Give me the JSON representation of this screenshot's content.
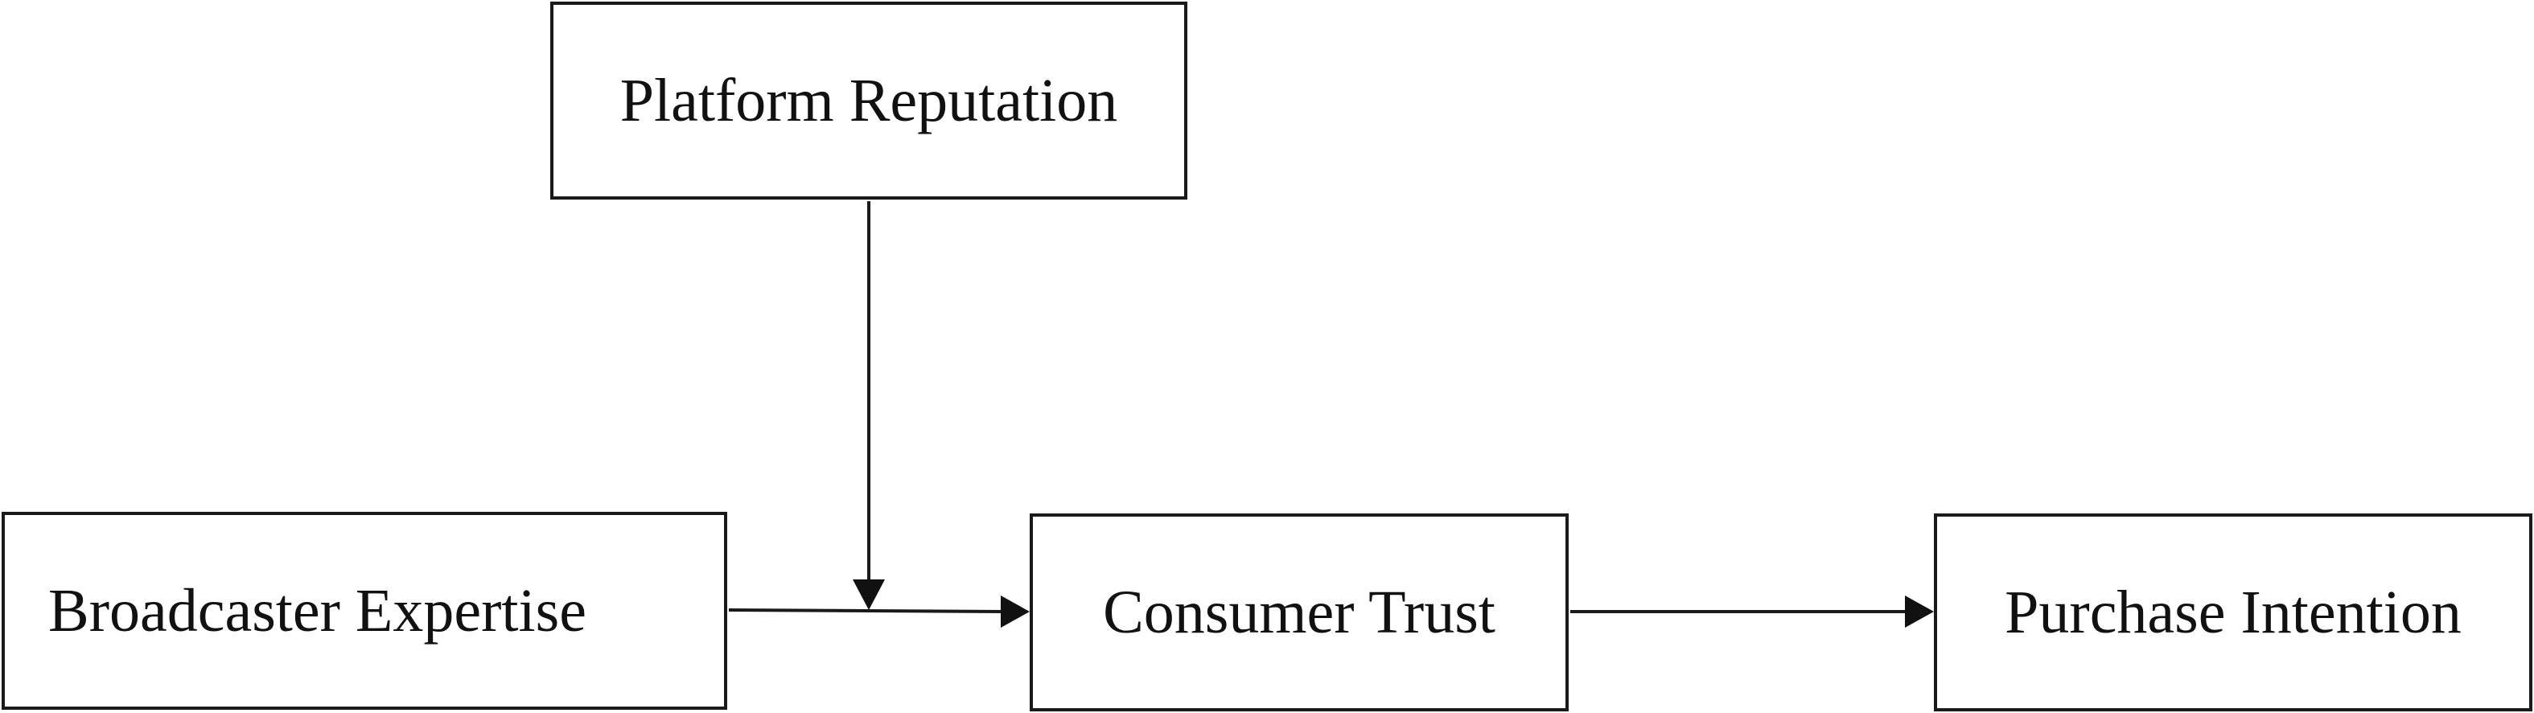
{
  "diagram": {
    "nodes": {
      "platform_reputation": "Platform Reputation",
      "broadcaster_expertise": "Broadcaster Expertise",
      "consumer_trust": "Consumer Trust",
      "purchase_intention": "Purchase Intention"
    },
    "edges": [
      {
        "from": "broadcaster_expertise",
        "to": "consumer_trust"
      },
      {
        "from": "consumer_trust",
        "to": "purchase_intention"
      },
      {
        "from": "platform_reputation",
        "to": "broadcaster_expertise__consumer_trust"
      }
    ]
  }
}
